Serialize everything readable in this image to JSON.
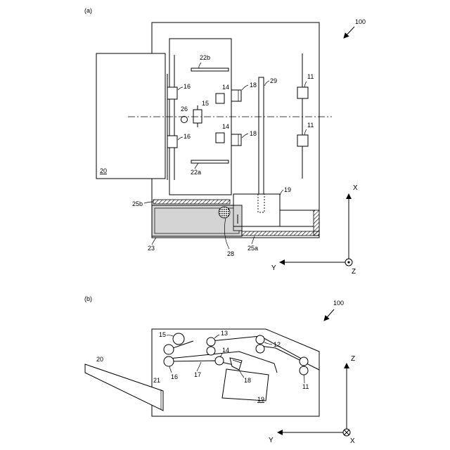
{
  "figure_a": {
    "panel_label": "(a)",
    "device_label": "100",
    "labels": {
      "l11_top": "11",
      "l11_bottom": "11",
      "l14_top": "14",
      "l14_bottom": "14",
      "l15": "15",
      "l16_top": "16",
      "l16_bottom": "16",
      "l18_top": "18",
      "l18_bottom": "18",
      "l19": "19",
      "l20": "20",
      "l22a": "22a",
      "l22b": "22b",
      "l23": "23",
      "l25a": "25a",
      "l25b": "25b",
      "l26": "26",
      "l28": "28",
      "l29": "29"
    },
    "axes": {
      "x": "X",
      "y": "Y",
      "z": "Z"
    }
  },
  "figure_b": {
    "panel_label": "(b)",
    "device_label": "100",
    "labels": {
      "l11": "11",
      "l12": "12",
      "l13": "13",
      "l14": "14",
      "l15": "15",
      "l16": "16",
      "l17": "17",
      "l18": "18",
      "l19": "19",
      "l20": "20",
      "l21": "21"
    },
    "axes": {
      "z": "Z",
      "y": "Y",
      "x": "X"
    }
  }
}
